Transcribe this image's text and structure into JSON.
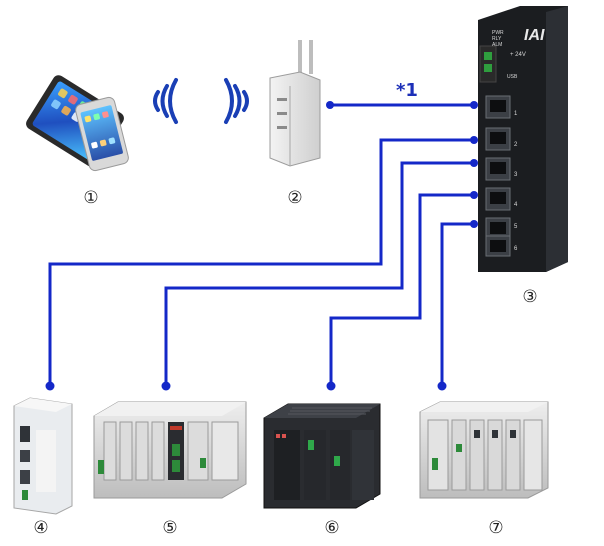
{
  "diagram": {
    "note": "*1",
    "brand": "IAI",
    "port_numbers": [
      "1",
      "2",
      "3",
      "4",
      "5",
      "6"
    ],
    "switch_texts": {
      "pwr": "PWR",
      "rly": "RLY",
      "alm": "ALM",
      "power": "+ 24V",
      "usb": "USB"
    },
    "labels": {
      "tablet": "①",
      "router": "②",
      "switch": "③",
      "device4": "④",
      "device5": "⑤",
      "device6": "⑥",
      "device7": "⑦"
    },
    "colors": {
      "wire": "#1428c8",
      "wifi": "#1a3fb5",
      "switch_body": "#1b1d20",
      "port_led": "#2f9e3e"
    }
  }
}
